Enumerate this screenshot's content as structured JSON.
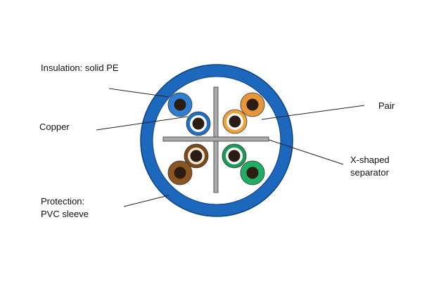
{
  "labels": {
    "insulation": "Insulation: solid PE",
    "copper": "Copper",
    "protection_line1": "Protection:",
    "protection_line2": "PVC sleeve",
    "pair": "Pair",
    "separator_line1": "X-shaped",
    "separator_line2": "separator"
  },
  "colors": {
    "sheath": "#1c68bd",
    "sheath_outline": "#0c3f80",
    "inner": "#ffffff",
    "separator": "#aaaaaa",
    "copper_core": "#2b1d12",
    "blue": "#1f6fc4",
    "blue_stripe": "#2e7fd1",
    "orange": "#f0a23c",
    "orange_stripe": "#e8963a",
    "brown": "#7a4b1a",
    "brown_stripe": "#8a5520",
    "green": "#1a9c57",
    "green_stripe": "#1fae62"
  }
}
